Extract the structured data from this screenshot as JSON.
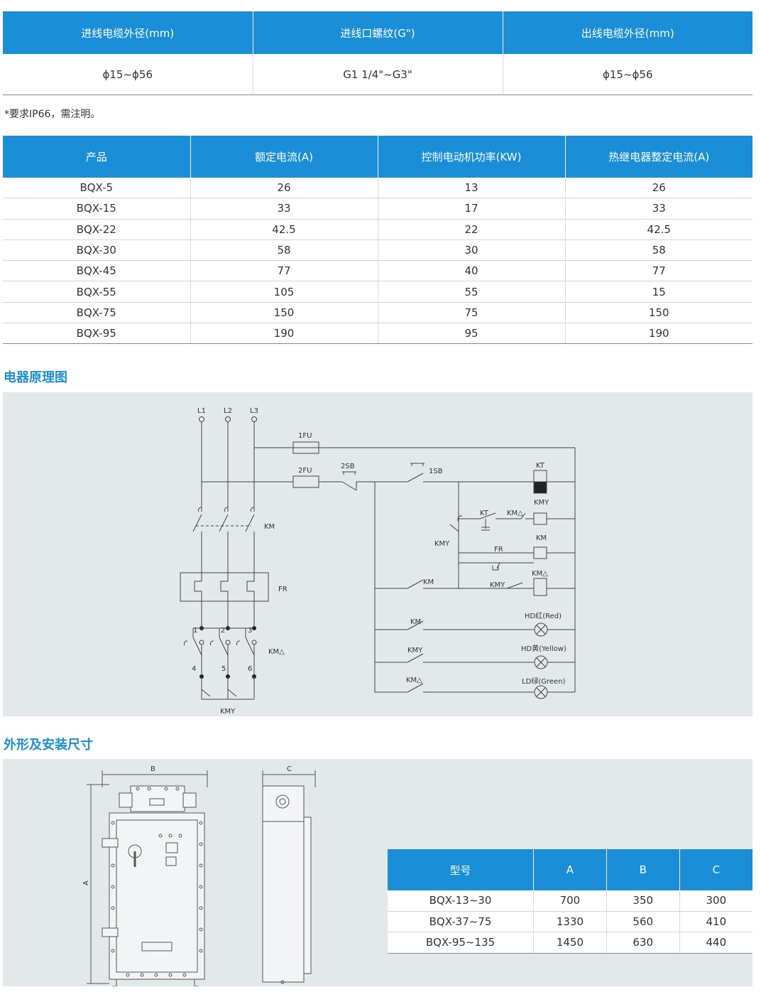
{
  "cable_table": {
    "headers": [
      "进线电缆外径(mm)",
      "进线口螺纹(G\")",
      "出线电缆外径(mm)"
    ],
    "row": [
      "ϕ15~ϕ56",
      "G1 1/4\"~G3\"",
      "ϕ15~ϕ56"
    ]
  },
  "note": "*要求IP66，需注明。",
  "spec_table": {
    "headers": [
      "产品",
      "额定电流(A)",
      "控制电动机功率(KW)",
      "热继电器整定电流(A)"
    ],
    "rows": [
      [
        "BQX-5",
        "26",
        "13",
        "26"
      ],
      [
        "BQX-15",
        "33",
        "17",
        "33"
      ],
      [
        "BQX-22",
        "42.5",
        "22",
        "42.5"
      ],
      [
        "BQX-30",
        "58",
        "30",
        "58"
      ],
      [
        "BQX-45",
        "77",
        "40",
        "77"
      ],
      [
        "BQX-55",
        "105",
        "55",
        "15"
      ],
      [
        "BQX-75",
        "150",
        "75",
        "150"
      ],
      [
        "BQX-95",
        "190",
        "95",
        "190"
      ]
    ]
  },
  "section_circuit": "电器原理图",
  "section_dimensions": "外形及安装尺寸",
  "circuit_labels": {
    "l1": "L1",
    "l2": "L2",
    "l3": "L3",
    "fu1": "1FU",
    "fu2": "2FU",
    "sb2": "2SB",
    "sb1": "1SB",
    "kt": "KT",
    "kt_contact": "KT",
    "km_delta_contact": "KM△",
    "kmy_coil": "KMY",
    "kmy_contact": "KMY",
    "fr_contact": "FR",
    "km_coil": "KM",
    "km_delta_coil": "KM△",
    "km_main": "KM",
    "fr_main": "FR",
    "n1": "1",
    "n2": "2",
    "n3": "3",
    "n4": "4",
    "n5": "5",
    "n6": "6",
    "km_delta_main": "KM△",
    "kmy_main": "KMY",
    "km_self": "KM",
    "kmy_self": "KMY",
    "lamp_km": "KM",
    "lamp_kmy": "KMY",
    "lamp_kmd": "KM△",
    "hd_red": "HD红(Red)",
    "hd_yellow": "HD黄(Yellow)",
    "ld_green": "LD绿(Green)"
  },
  "dim_labels": {
    "b": "B",
    "c": "C",
    "a": "A"
  },
  "dim_table": {
    "headers": [
      "型号",
      "A",
      "B",
      "C"
    ],
    "rows": [
      [
        "BQX-13~30",
        "700",
        "350",
        "300"
      ],
      [
        "BQX-37~75",
        "1330",
        "560",
        "410"
      ],
      [
        "BQX-95~135",
        "1450",
        "630",
        "440"
      ]
    ]
  }
}
